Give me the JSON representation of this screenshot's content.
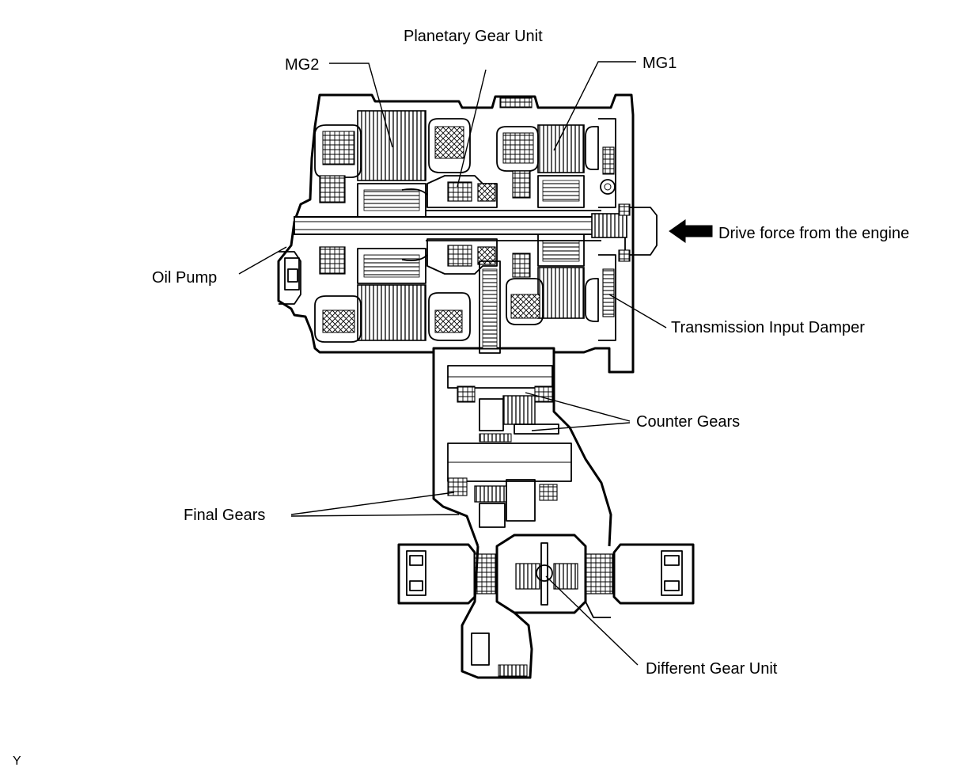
{
  "labels": {
    "planetary": "Planetary Gear Unit",
    "mg2": "MG2",
    "mg1": "MG1",
    "drive": "Drive force from the engine",
    "oil_pump": "Oil Pump",
    "damper": "Transmission Input Damper",
    "counter": "Counter Gears",
    "final": "Final Gears",
    "diff": "Different Gear Unit"
  },
  "figure_code": "Y"
}
